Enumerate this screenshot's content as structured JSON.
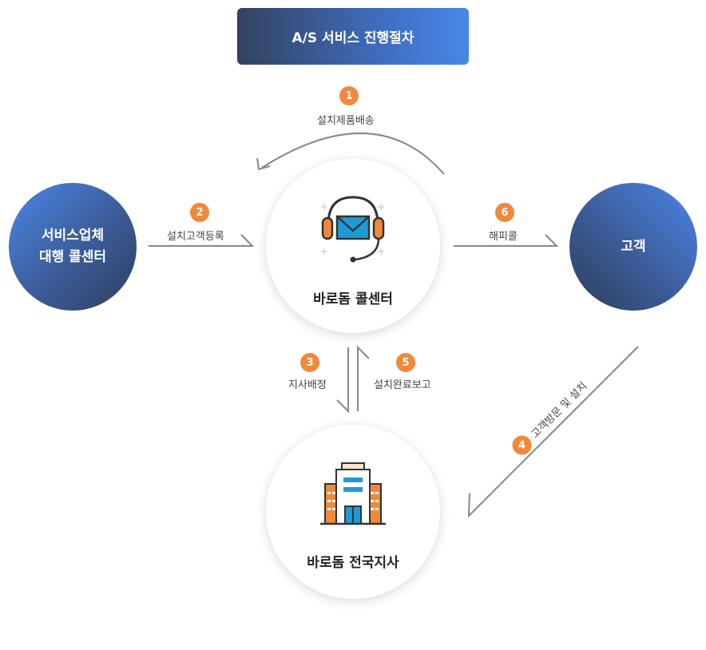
{
  "title": "A/S 서비스 진행절차",
  "nodes": {
    "left": [
      "서비스업체",
      "대행 콜센터"
    ],
    "right": "고객",
    "center": "바로돔 콜센터",
    "bottom": "바로돔 전국지사"
  },
  "steps": [
    {
      "num": "1",
      "label": "설치제품배송"
    },
    {
      "num": "2",
      "label": "설치고객등록"
    },
    {
      "num": "3",
      "label": "지사배정"
    },
    {
      "num": "4",
      "label": "고객방문 및 설치"
    },
    {
      "num": "5",
      "label": "설치완료보고"
    },
    {
      "num": "6",
      "label": "해피콜"
    }
  ],
  "icons": {
    "center": "headset-mail-icon",
    "bottom": "office-building-icon"
  },
  "colors": {
    "accent": "#f2883a",
    "gradient_dark": "#2f3d5c",
    "gradient_light": "#4a86e8",
    "arrow": "#888888"
  }
}
